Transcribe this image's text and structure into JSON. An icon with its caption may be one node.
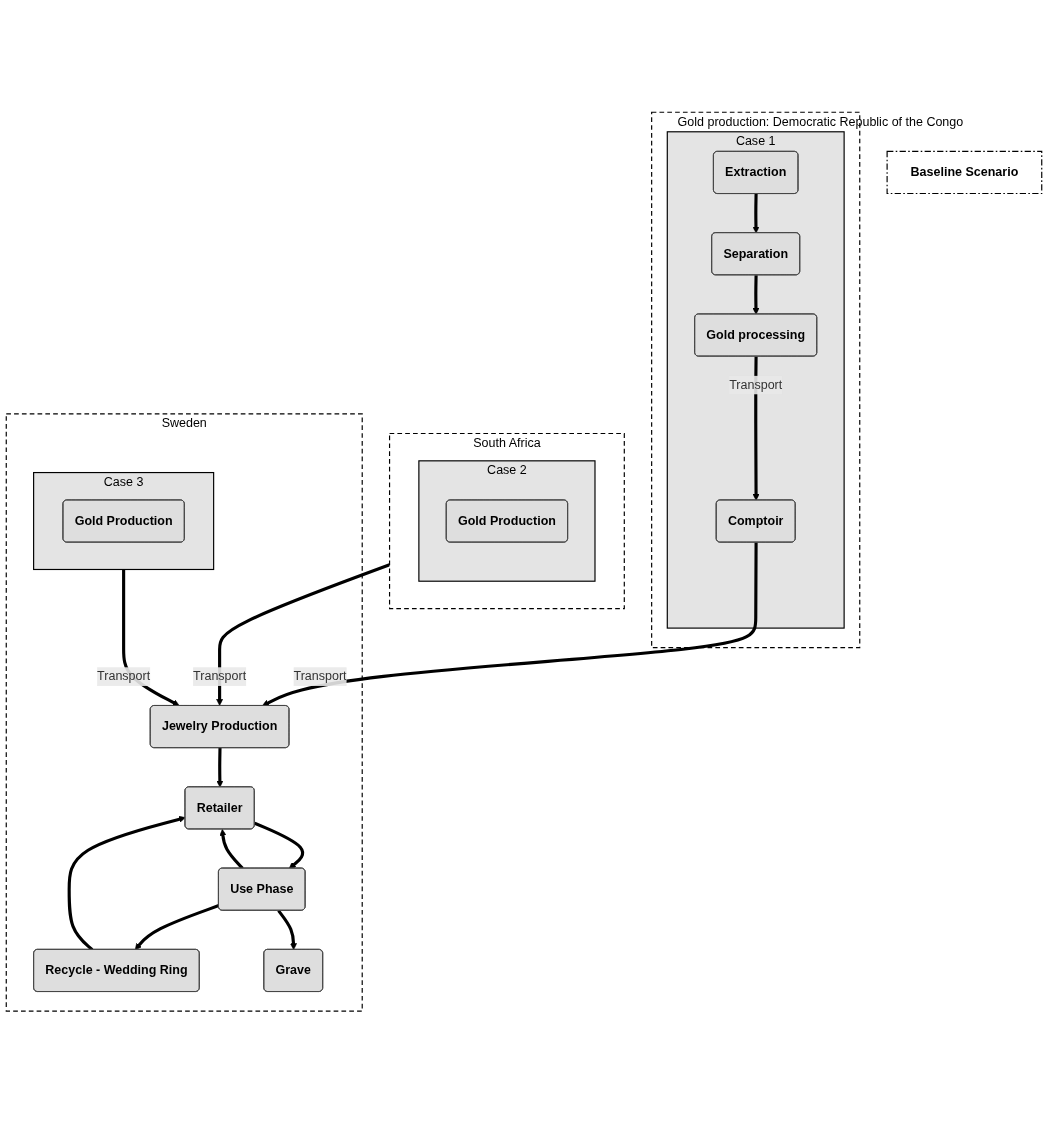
{
  "diagram": {
    "nodes": [
      {
        "text": [
          "Gold production: Democratic Republic of the Congo"
        ]
      },
      {
        "text": [
          "Case 1"
        ],
        "in": 0
      },
      {
        "text": [
          "Extraction"
        ],
        "in": 1
      },
      {
        "text": [
          "Separation"
        ],
        "in": 1
      },
      {
        "text": [
          "Gold processing"
        ],
        "in": 1
      },
      {
        "text": [
          "Comptoir"
        ],
        "in": 1
      },
      {
        "text": [
          "South Africa"
        ]
      },
      {
        "text": [
          "Case 2"
        ],
        "in": 6
      },
      {
        "text": [
          "Gold Production"
        ],
        "in": 7
      },
      {
        "text": [
          "Baseline Scenario"
        ]
      },
      {
        "text": [
          "Sweden"
        ]
      },
      {
        "text": [
          "Jewelry Production"
        ],
        "in": 10
      },
      {
        "text": [
          "Case 3"
        ],
        "in": 10
      },
      {
        "text": [
          "Gold Production"
        ],
        "in": 12
      },
      {
        "text": [
          "Retailer"
        ],
        "in": 10
      },
      {
        "text": [
          "Recycle - Wedding Ring"
        ],
        "in": 10
      },
      {
        "text": [
          "Use Phase"
        ],
        "in": 10
      },
      {
        "text": [
          "Grave"
        ],
        "in": 10
      }
    ],
    "edges": [
      {
        "from": 2,
        "to": 3,
        "arrow": "to"
      },
      {
        "from": 3,
        "to": 4,
        "arrow": "to"
      },
      {
        "from": 4,
        "to": 5,
        "arrow": "to",
        "label": "Transport"
      },
      {
        "from": 5,
        "to": 11,
        "arrow": "to",
        "label": "Transport"
      },
      {
        "from": 6,
        "to": 11,
        "arrow": "to",
        "label": "Transport"
      },
      {
        "from": 12,
        "to": 11,
        "arrow": "to",
        "label": "Transport"
      },
      {
        "from": 11,
        "to": 14,
        "arrow": "to"
      },
      {
        "from": 14,
        "to": 16,
        "arrow": "to"
      },
      {
        "from": 16,
        "to": 14,
        "arrow": "to"
      },
      {
        "from": 16,
        "to": 15,
        "arrow": "to"
      },
      {
        "from": 15,
        "to": 14,
        "arrow": "to"
      },
      {
        "from": 16,
        "to": 17,
        "arrow": "to"
      }
    ]
  }
}
